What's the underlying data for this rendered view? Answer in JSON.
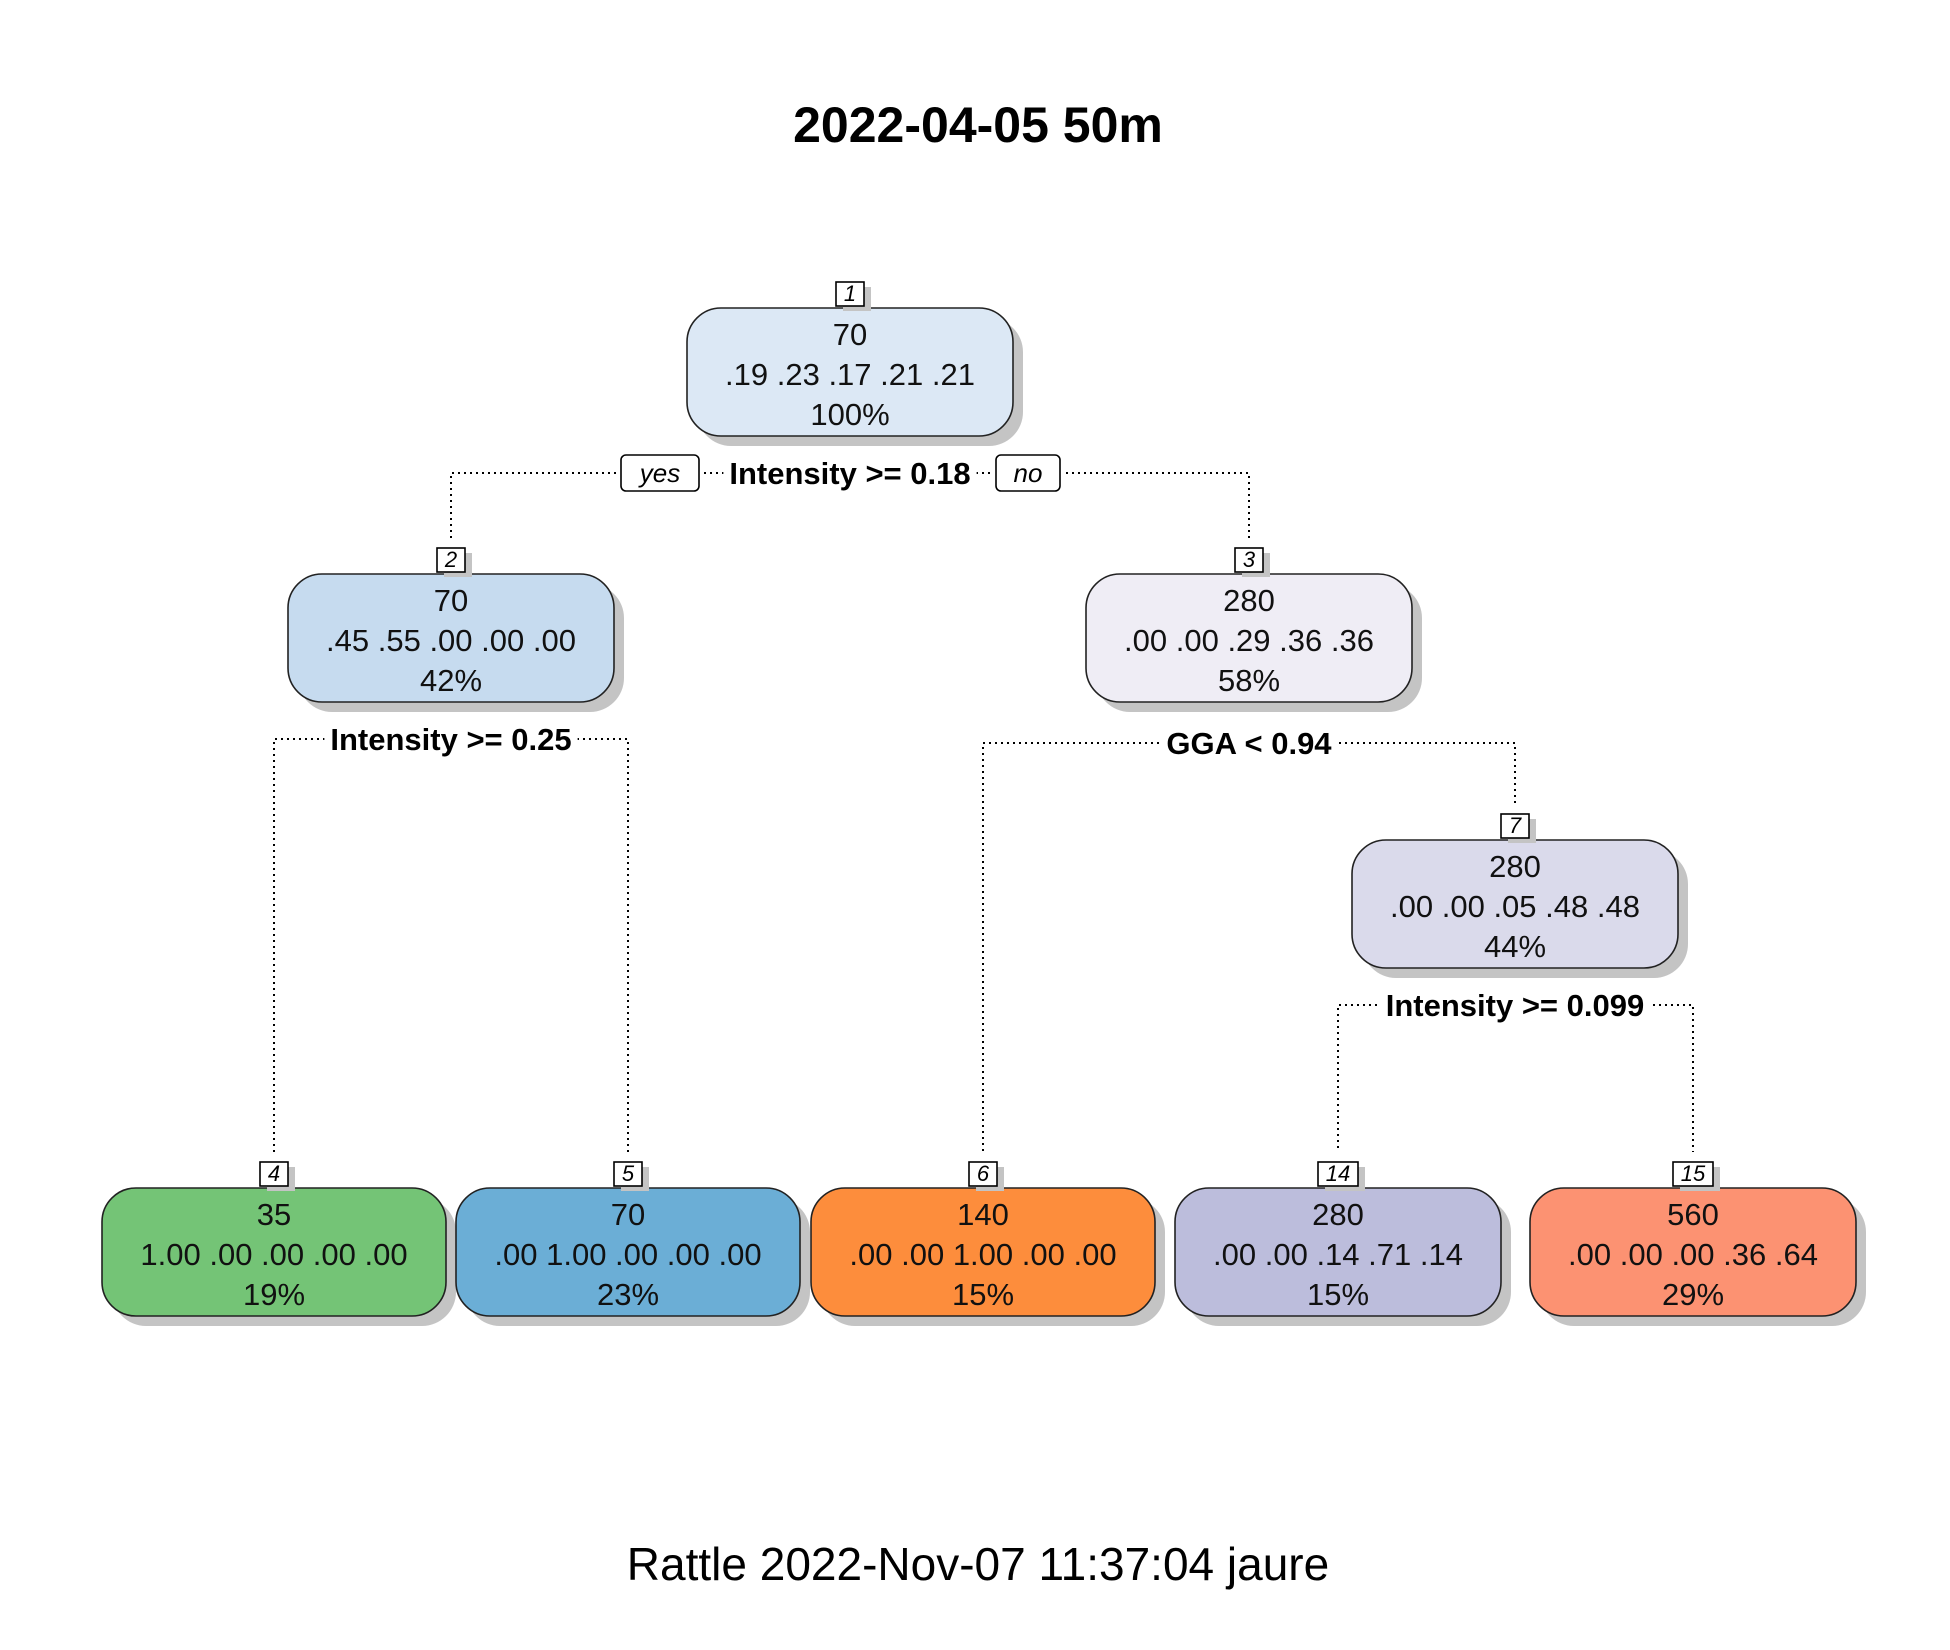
{
  "title": "2022-04-05 50m",
  "footer": "Rattle 2022-Nov-07 11:37:04 jaure",
  "branch_labels": {
    "yes": "yes",
    "no": "no"
  },
  "nodes": [
    {
      "id": "1",
      "value": "70",
      "probs": ".19  .23  .17  .21  .21",
      "pct": "100%",
      "color": "#dce8f5"
    },
    {
      "id": "2",
      "value": "70",
      "probs": ".45  .55  .00  .00  .00",
      "pct": "42%",
      "color": "#c6dbef"
    },
    {
      "id": "3",
      "value": "280",
      "probs": ".00  .00  .29  .36  .36",
      "pct": "58%",
      "color": "#efedf5"
    },
    {
      "id": "7",
      "value": "280",
      "probs": ".00  .00  .05  .48  .48",
      "pct": "44%",
      "color": "#dadaeb"
    },
    {
      "id": "4",
      "value": "35",
      "probs": "1.00  .00  .00  .00  .00",
      "pct": "19%",
      "color": "#74c476"
    },
    {
      "id": "5",
      "value": "70",
      "probs": ".00  1.00  .00  .00  .00",
      "pct": "23%",
      "color": "#6baed6"
    },
    {
      "id": "6",
      "value": "140",
      "probs": ".00  .00  1.00  .00  .00",
      "pct": "15%",
      "color": "#fd8d3c"
    },
    {
      "id": "14",
      "value": "280",
      "probs": ".00  .00  .14  .71  .14",
      "pct": "15%",
      "color": "#bcbddc"
    },
    {
      "id": "15",
      "value": "560",
      "probs": ".00  .00  .00  .36  .64",
      "pct": "29%",
      "color": "#fc9272"
    }
  ],
  "splits": [
    {
      "node": "1",
      "label": "Intensity >= 0.18"
    },
    {
      "node": "2",
      "label": "Intensity >= 0.25"
    },
    {
      "node": "3",
      "label": "GGA < 0.94"
    },
    {
      "node": "7",
      "label": "Intensity >= 0.099"
    }
  ],
  "edges": [
    {
      "from": "1",
      "to": "2"
    },
    {
      "from": "1",
      "to": "3"
    },
    {
      "from": "2",
      "to": "4"
    },
    {
      "from": "2",
      "to": "5"
    },
    {
      "from": "3",
      "to": "6"
    },
    {
      "from": "3",
      "to": "7"
    },
    {
      "from": "7",
      "to": "14"
    },
    {
      "from": "7",
      "to": "15"
    }
  ]
}
